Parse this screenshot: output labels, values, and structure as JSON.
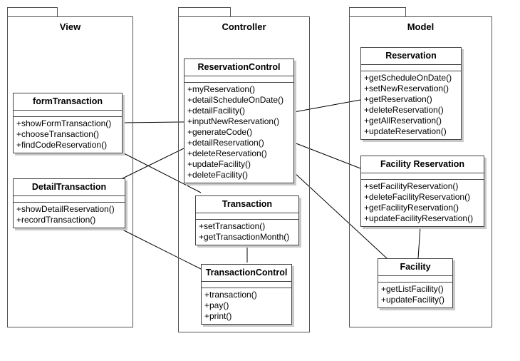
{
  "packages": {
    "view": {
      "title": "View"
    },
    "controller": {
      "title": "Controller"
    },
    "model": {
      "title": "Model"
    }
  },
  "classes": {
    "formTransaction": {
      "name": "formTransaction",
      "ops": [
        "+showFormTransaction()",
        "+chooseTransaction()",
        "+findCodeReservation()"
      ]
    },
    "detailTransaction": {
      "name": "DetailTransaction",
      "ops": [
        "+showDetailReservation()",
        "+recordTransaction()"
      ]
    },
    "reservationControl": {
      "name": "ReservationControl",
      "ops": [
        "+myReservation()",
        "+detailScheduleOnDate()",
        "+detailFacility()",
        "+inputNewReservation()",
        "+generateCode()",
        "+detailReservation()",
        "+deleteReservation()",
        "+updateFacility()",
        "+deleteFacility()"
      ]
    },
    "transaction": {
      "name": "Transaction",
      "ops": [
        "+setTransaction()",
        "+getTransactionMonth()"
      ]
    },
    "transactionControl": {
      "name": "TransactionControl",
      "ops": [
        "+transaction()",
        "+pay()",
        "+print()"
      ]
    },
    "reservation": {
      "name": "Reservation",
      "ops": [
        "+getScheduleOnDate()",
        "+setNewReservation()",
        "+getReservation()",
        "+deleteReservation()",
        "+getAllReservation()",
        "+updateReservation()"
      ]
    },
    "facilityReservation": {
      "name": "Facility Reservation",
      "ops": [
        "+setFacilityReservation()",
        "+deleteFacilityReservation()",
        "+getFacilityReservation()",
        "+updateFacilityReservation()"
      ]
    },
    "facility": {
      "name": "Facility",
      "ops": [
        "+getListFacility()",
        "+updateFacility()"
      ]
    }
  },
  "associations": [
    {
      "from": "formTransaction",
      "to": "reservationControl"
    },
    {
      "from": "formTransaction",
      "to": "transaction"
    },
    {
      "from": "detailTransaction",
      "to": "reservationControl"
    },
    {
      "from": "detailTransaction",
      "to": "transactionControl"
    },
    {
      "from": "reservationControl",
      "to": "reservation"
    },
    {
      "from": "reservationControl",
      "to": "facilityReservation"
    },
    {
      "from": "reservationControl",
      "to": "facility"
    },
    {
      "from": "transaction",
      "to": "transactionControl"
    },
    {
      "from": "facilityReservation",
      "to": "facility"
    }
  ]
}
